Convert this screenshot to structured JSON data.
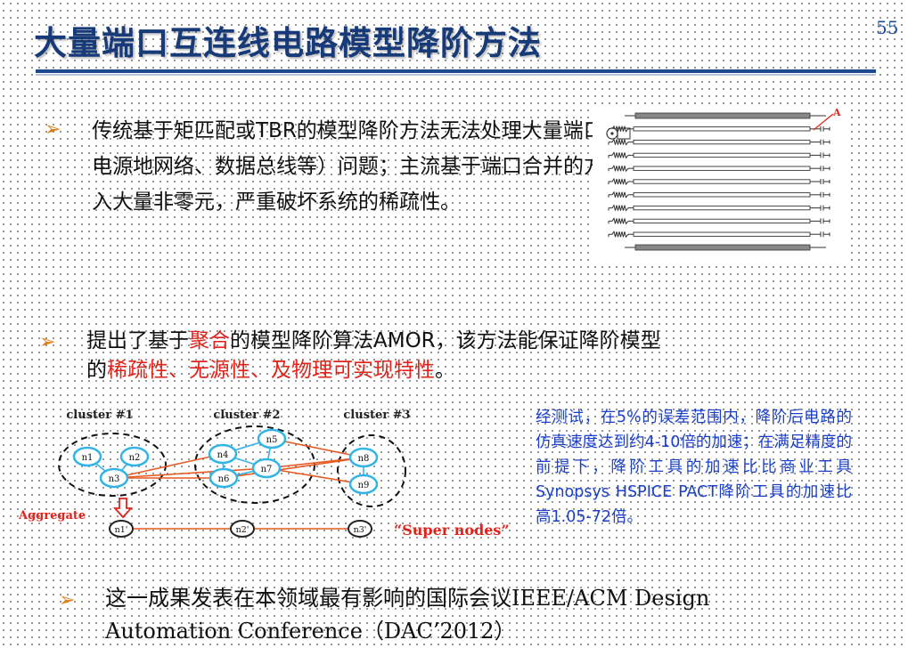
{
  "slide": {
    "title": "大量端口互连线电路模型降阶方法",
    "page_number": "55",
    "accent_color": "#173a78",
    "bullet_color": "#e07a10"
  },
  "bullet1": {
    "line1": "传统基于矩匹配或TBR的模型降阶方法无法处理大量端口（",
    "line2": "电源地网络、数据总线等）问题；主流基于端口合并的方法引",
    "line3": "入大量非零元，严重破坏系统的稀疏性。"
  },
  "circuit_figure": {
    "label": "A"
  },
  "bullet2": {
    "part1": "提出了基于",
    "highlight1": "聚合",
    "part2": "的模型降阶算法AMOR，该方法能保证降阶模型",
    "part3": "的",
    "highlight2": "稀疏性、无源性、及物理可实现特性",
    "part4": "。",
    "highlight_color": "#e2231a"
  },
  "diagram": {
    "cluster_labels": [
      "cluster #1",
      "cluster #2",
      "cluster #3"
    ],
    "nodes": [
      "n1",
      "n2",
      "n3",
      "n4",
      "n5",
      "n6",
      "n7",
      "n8",
      "n9"
    ],
    "super_nodes": [
      "n1'",
      "n2'",
      "n3'"
    ],
    "aggregate_label": "Aggregate",
    "super_nodes_label": "“Super nodes”",
    "node_color": "#33b4e6",
    "edge_color": "#e85a24"
  },
  "note": {
    "text": "经测试，在5%的误差范围内，降阶后电路的仿真速度达到约4-10倍的加速；在满足精度的前提下，降阶工具的加速比比商业工具Synopsys HSPICE PACT降阶工具的加速比高1.05-72倍。"
  },
  "bullet3": {
    "line1": "这一成果发表在本领域最有影响的国际会议IEEE/ACM Design",
    "line2": "Automation Conference（DAC’2012）"
  }
}
